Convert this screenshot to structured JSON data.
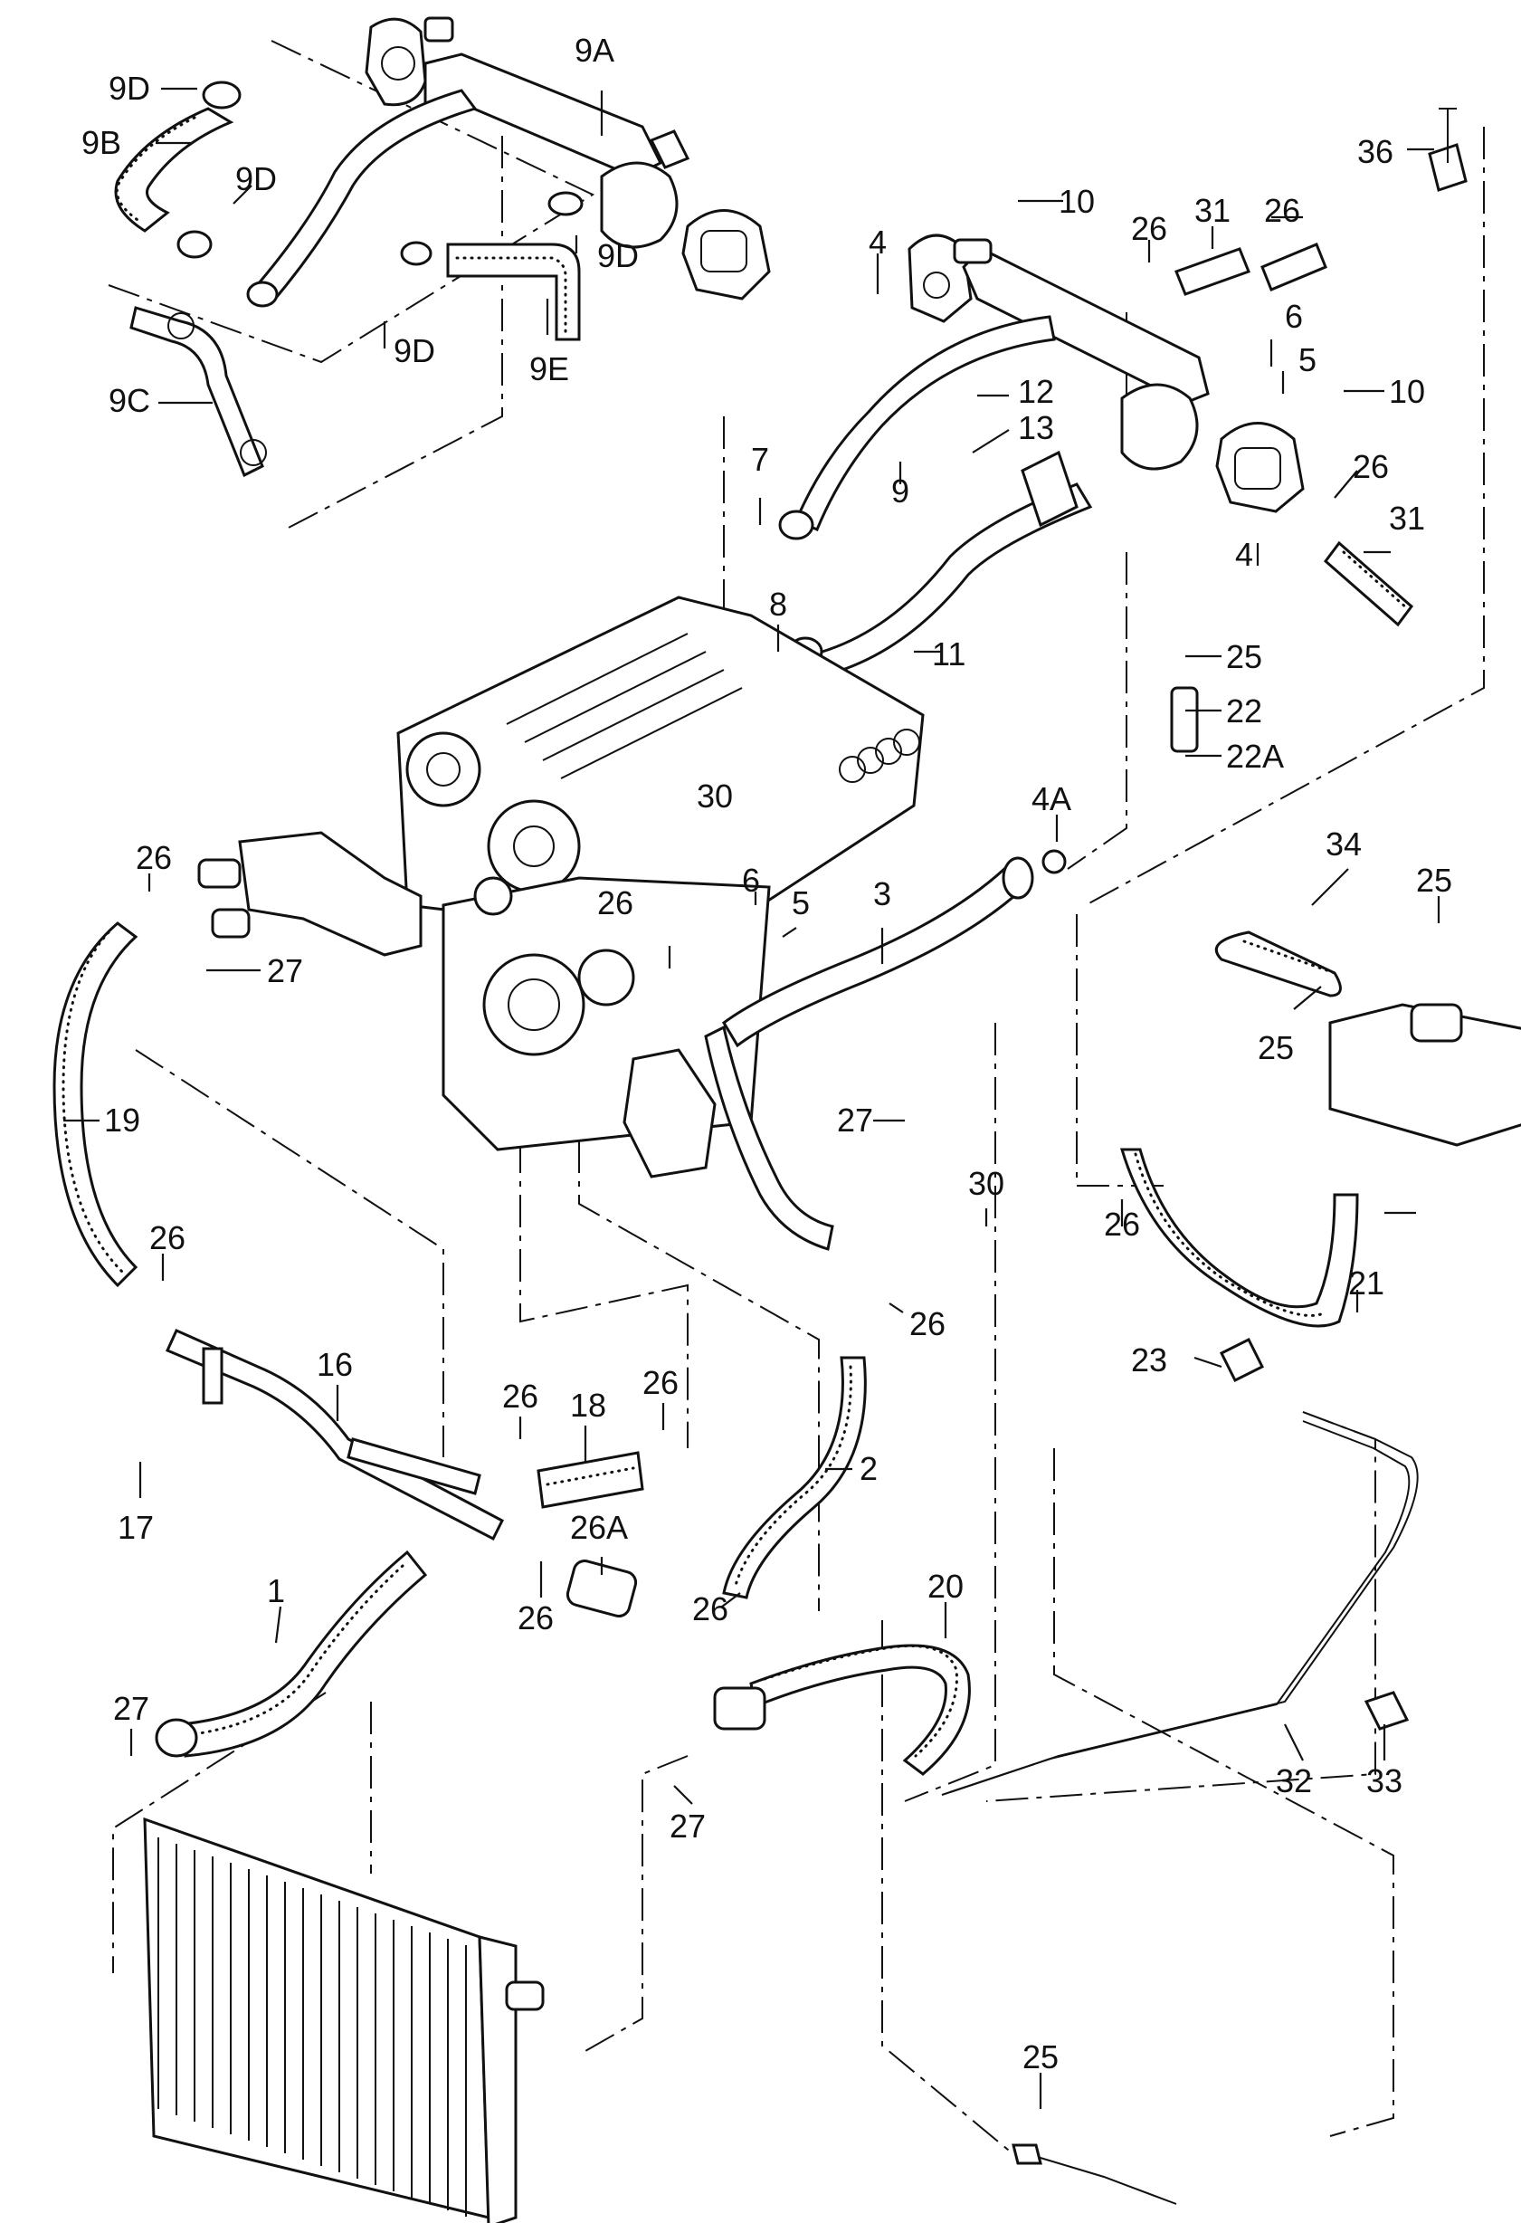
{
  "callouts": [
    "9D",
    "9B",
    "9D",
    "9C",
    "9A",
    "9D",
    "9D",
    "9E",
    "10",
    "26",
    "31",
    "26",
    "36",
    "4",
    "6",
    "5",
    "10",
    "12",
    "13",
    "7",
    "9",
    "26",
    "31",
    "4",
    "8",
    "11",
    "25",
    "22",
    "22A",
    "30",
    "4A",
    "26",
    "27",
    "6",
    "5",
    "3",
    "26",
    "34",
    "25",
    "25",
    "19",
    "27",
    "30",
    "26",
    "26",
    "26",
    "16",
    "26",
    "18",
    "26",
    "21",
    "23",
    "17",
    "2",
    "26A",
    "26",
    "26",
    "1",
    "20",
    "27",
    "27",
    "32",
    "33",
    "25"
  ],
  "colors": {
    "ink": "#111111",
    "paper": "#ffffff"
  }
}
